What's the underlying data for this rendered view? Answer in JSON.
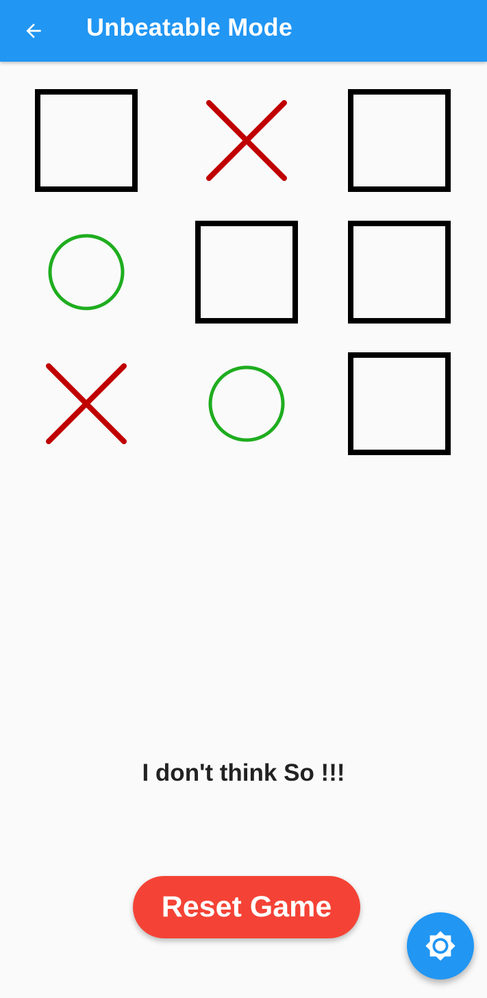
{
  "appbar": {
    "title": "Unbeatable Mode",
    "back_icon": "arrow-back-icon",
    "color": "#2196f3"
  },
  "board": {
    "cells": [
      "empty",
      "X",
      "empty",
      "O",
      "empty",
      "empty",
      "X",
      "O",
      "empty"
    ],
    "x_color": "#c00000",
    "o_color": "#1fad1f",
    "empty_color": "#000000"
  },
  "status": {
    "text": "I don't think So !!!"
  },
  "reset_button": {
    "label": "Reset Game",
    "color": "#f44336"
  },
  "fab": {
    "icon": "brightness-icon",
    "color": "#2196f3"
  }
}
